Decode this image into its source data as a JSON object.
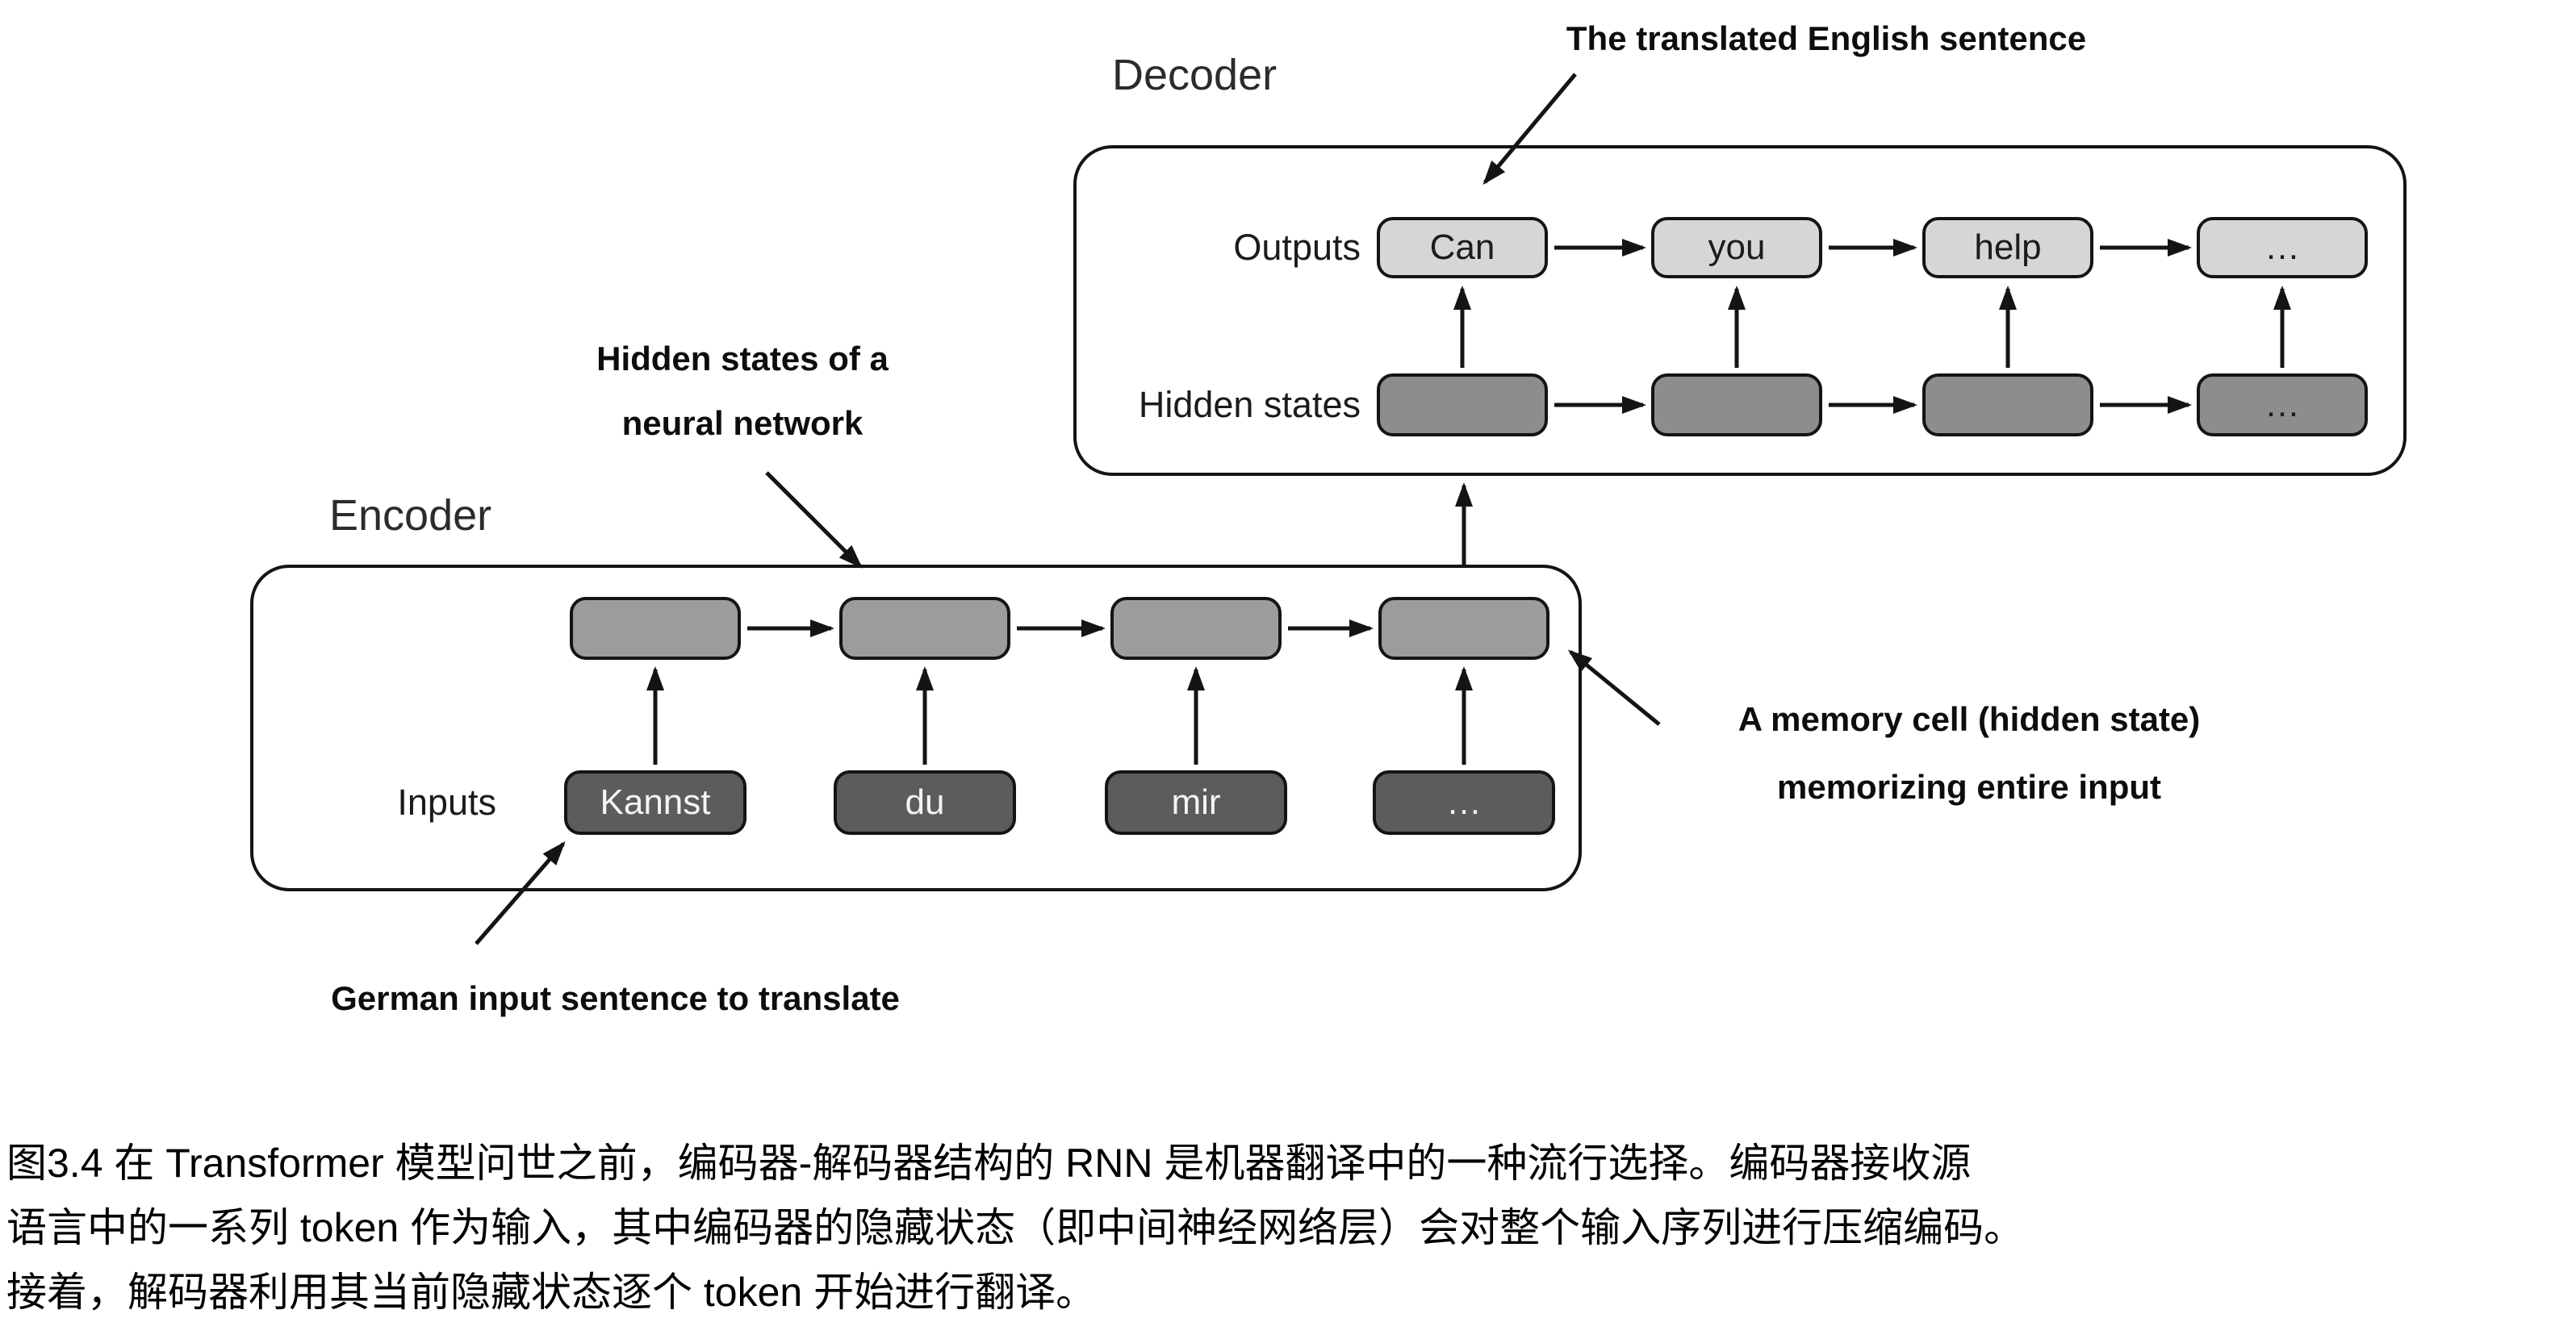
{
  "decoder": {
    "title": "Decoder",
    "outputs_label": "Outputs",
    "hidden_states_label": "Hidden states",
    "outputs": [
      "Can",
      "you",
      "help",
      "…"
    ],
    "hidden_ellipsis": "…"
  },
  "encoder": {
    "title": "Encoder",
    "inputs_label": "Inputs",
    "inputs": [
      "Kannst",
      "du",
      "mir",
      "…"
    ]
  },
  "annotations": {
    "translated_sentence": "The translated English sentence",
    "hidden_states_line1": "Hidden states of a",
    "hidden_states_line2": "neural network",
    "memory_cell_line1": "A memory cell (hidden state)",
    "memory_cell_line2": "memorizing entire input",
    "german_input": "German input sentence to translate"
  },
  "caption": {
    "line1": "图3.4 在 Transformer 模型问世之前，编码器-解码器结构的 RNN 是机器翻译中的一种流行选择。编码器接收源",
    "line2": "语言中的一系列 token 作为输入，其中编码器的隐藏状态（即中间神经网络层）会对整个输入序列进行压缩编码。",
    "line3": "接着，解码器利用其当前隐藏状态逐个 token 开始进行翻译。"
  },
  "colors": {
    "output_box": "#d6d6d6",
    "decoder_hidden_box": "#8d8d8d",
    "encoder_hidden_box": "#9c9c9c",
    "input_box": "#5c5c5c",
    "line": "#141414"
  }
}
